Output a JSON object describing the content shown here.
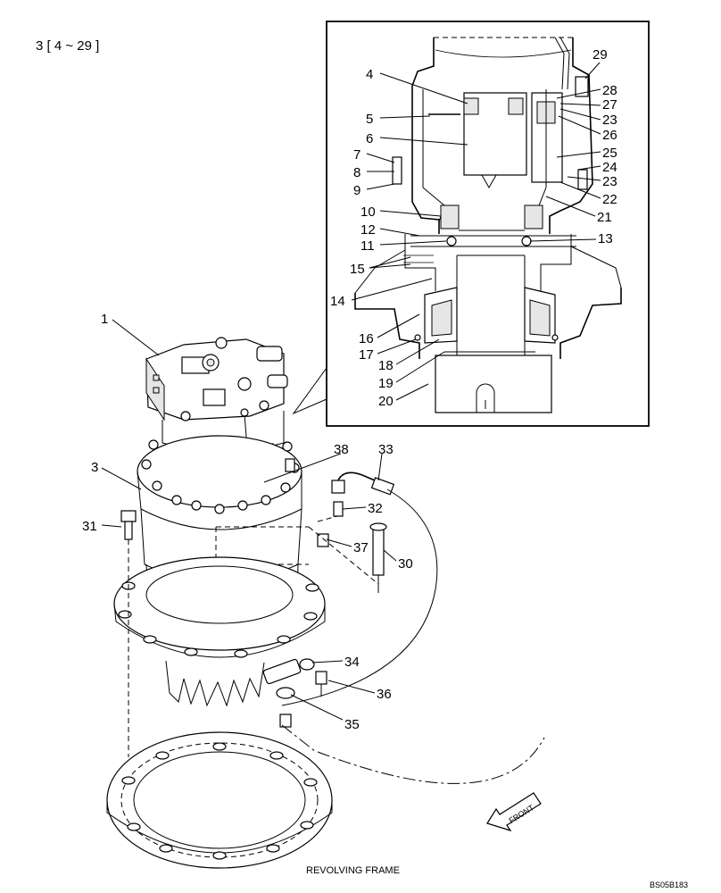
{
  "header": {
    "range_label": "3 [ 4 ~ 29 ]"
  },
  "footer": {
    "caption": "REVOLVING FRAME",
    "drawing_code": "BS05B183"
  },
  "direction_arrow": {
    "label": "FRONT"
  },
  "callouts": {
    "c1": "1",
    "c3": "3",
    "c4": "4",
    "c5": "5",
    "c6": "6",
    "c7": "7",
    "c8": "8",
    "c9": "9",
    "c10": "10",
    "c11": "11",
    "c12": "12",
    "c13": "13",
    "c14": "14",
    "c15": "15",
    "c16": "16",
    "c17": "17",
    "c18": "18",
    "c19": "19",
    "c20": "20",
    "c21": "21",
    "c22": "22",
    "c23a": "23",
    "c23b": "23",
    "c24": "24",
    "c25": "25",
    "c26": "26",
    "c27": "27",
    "c28": "28",
    "c29": "29",
    "c30": "30",
    "c31": "31",
    "c32": "32",
    "c33": "33",
    "c34": "34",
    "c35": "35",
    "c36": "36",
    "c37": "37",
    "c38": "38"
  }
}
